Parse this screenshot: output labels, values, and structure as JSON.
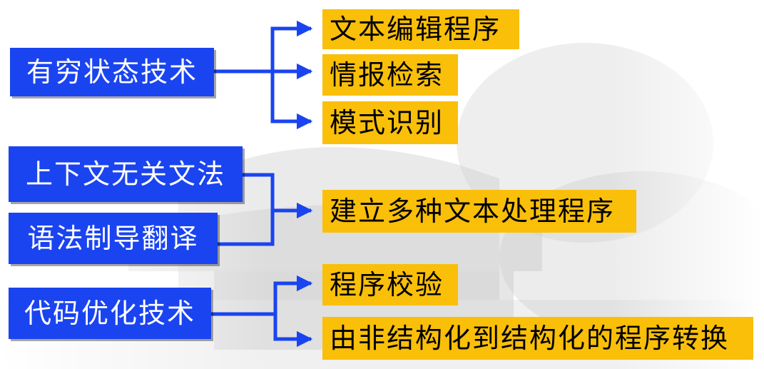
{
  "colors": {
    "source_box": "#1a44f0",
    "target_box": "#f9bf09",
    "connector": "#1a44f0"
  },
  "sources": [
    "有穷状态技术",
    "上下文无关文法",
    "语法制导翻译",
    "代码优化技术"
  ],
  "targets": [
    "文本编辑程序",
    "情报检索",
    "模式识别",
    "建立多种文本处理程序",
    "程序校验",
    "由非结构化到结构化的程序转换"
  ]
}
